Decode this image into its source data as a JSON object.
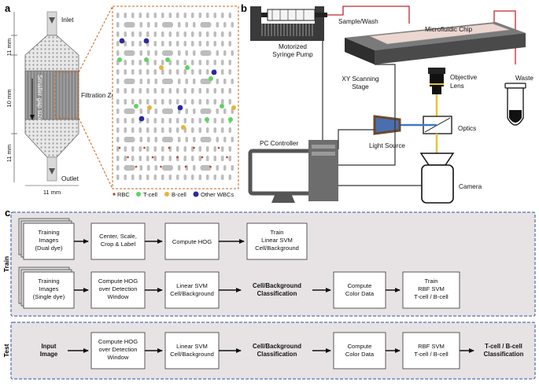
{
  "panel_a": {
    "letter": "a",
    "inlet": "Inlet",
    "outlet": "Outlet",
    "gap_label": "Smaller gap size",
    "filtration_zone": "Filtration Zone",
    "dim_top": "11 mm",
    "dim_mid": "10 mm",
    "dim_bot": "11 mm",
    "dim_width": "11 mm",
    "legend": [
      {
        "label": "RBC",
        "color": "#c0392b",
        "marker": "dot-small"
      },
      {
        "label": "T-cell",
        "color": "#5fd35f",
        "marker": "dot"
      },
      {
        "label": "B-cell",
        "color": "#e8b33c",
        "marker": "dot"
      },
      {
        "label": "Other WBCs",
        "color": "#2a2aa0",
        "marker": "dot"
      }
    ]
  },
  "panel_b": {
    "letter": "b",
    "pump": [
      "Motorized",
      "Syringe Pump"
    ],
    "sample_wash": "Sample/Wash",
    "chip": "Microfluidic Chip",
    "waste": "Waste",
    "stage": [
      "XY Scanning",
      "Stage"
    ],
    "objective": [
      "Objective",
      "Lens"
    ],
    "optics": "Optics",
    "light_source": "Light Source",
    "pc": "PC Controller",
    "camera": "Camera"
  },
  "panel_c": {
    "letter": "c",
    "train_label": "Train",
    "test_label": "Test",
    "row1": {
      "images": [
        "Training",
        "Images",
        "(Dual dye)"
      ],
      "step1": [
        "Center, Scale,",
        "Crop & Label"
      ],
      "step2": [
        "Compute HOG"
      ],
      "step3": [
        "Train",
        "Linear SVM",
        "Cell/Background"
      ]
    },
    "row2": {
      "images": [
        "Training",
        "Images",
        "(Single dye)"
      ],
      "step1": [
        "Compute HOG",
        "over Detection",
        "Window"
      ],
      "step2": [
        "Linear SVM",
        "Cell/Background"
      ],
      "result": [
        "Cell/Background",
        "Classification"
      ],
      "step3": [
        "Compute",
        "Color Data"
      ],
      "step4": [
        "Train",
        "RBF SVM",
        "T-cell / B-cell"
      ]
    },
    "row3": {
      "input": [
        "Input",
        "Image"
      ],
      "step1": [
        "Compute HOG",
        "over Detection",
        "Window"
      ],
      "step2": [
        "Linear SVM",
        "Cell/Background"
      ],
      "result": [
        "Cell/Background",
        "Classification"
      ],
      "step3": [
        "Compute",
        "Color Data"
      ],
      "step4": [
        "RBF SVM",
        "T-cell / B-cell"
      ],
      "final": [
        "T-cell / B-cell",
        "Classification"
      ]
    }
  },
  "colors": {
    "chip_gray": "#8a8a8a",
    "chip_light": "#d9d9d9",
    "orange_dash": "#c8641e",
    "frame_dark": "#3a3a3a",
    "wire_red": "#c0282d",
    "beam_blue": "#3a7ac8",
    "beam_yellow": "#e6c23a",
    "panel_bg": "#e7e3e4",
    "panel_border": "#2c4fa0"
  }
}
